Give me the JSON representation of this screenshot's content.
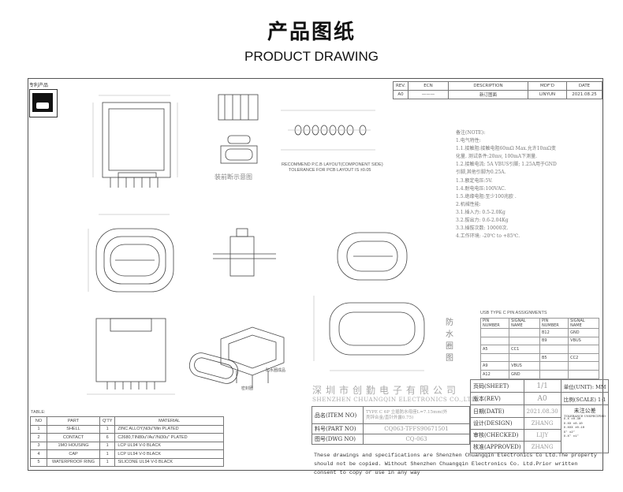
{
  "title_cn": "产品图纸",
  "title_en": "PRODUCT DRAWING",
  "corner_label": "专利产品",
  "rev_table": {
    "headers": [
      "REV.",
      "ECN",
      "DESCRIPTION",
      "MDF'D",
      "DATE"
    ],
    "row": [
      "A0",
      "———",
      "新订图面",
      "LINYUN",
      "2021.08.25"
    ]
  },
  "pcb_note": "RECOMMEND P.C.B LAYOUT(COMPONENT SIDE)",
  "pcb_tolerance": "TOLERANCE FOR PCB LAYOUT IS ±0.05",
  "assembly_caption": "装前断示意图",
  "waterproof_label": [
    "防",
    "水",
    "圈",
    "图"
  ],
  "gasket_label": "防水圈成品",
  "rubber_label": "密封圈",
  "notes": {
    "title": "备注(NOTE):",
    "lines": [
      "1.电气特性:",
      "1.1.接触阻:接触电阻60mΩ Max.允许10mΩ变",
      "    化量. 测试条件:20mv, 100mA下测量.",
      "1.2.接触电流: 5A VBUS引脚; 1.25A用于GND",
      "    引脚,其他引脚为0.25A.",
      "1.3.额定电压:5V.",
      "1.4.耐电电压:100VAC.",
      "1.5.绝缘电阻:至少100兆欧 .",
      "2.机械性能:",
      "3.1.插入力: 0.5-2.0Kg",
      "3.2.拔出力: 0.6-2.04Kg",
      "3.3.插拔次数: 10000次.",
      "4.工作环境: -20℃ to +85℃."
    ]
  },
  "pin_table": {
    "title": "USB TYPE C PIN ASSIGNMENTS",
    "headers": [
      "PIN NUMBER",
      "SIGNAL NAME",
      "PIN NUMBER",
      "SIGNAL NAME"
    ],
    "rows": [
      [
        "",
        "",
        "B12",
        "GND"
      ],
      [
        "",
        "",
        "B9",
        "VBUS"
      ],
      [
        "A5",
        "CC1",
        "",
        ""
      ],
      [
        "",
        "",
        "B5",
        "CC2"
      ],
      [
        "A9",
        "VBUS",
        "",
        ""
      ],
      [
        "A12",
        "GND",
        "",
        ""
      ]
    ]
  },
  "company_cn": "深圳市创勤电子有限公司",
  "company_en": "SHENZHEN CHUANGQIN ELECTRONICS CO.,LTD.",
  "title_block": {
    "item_label": "品名(ITEM NO)",
    "item_value_1": "TYPE C 6P 立插防水母座L=7.15mm(外",
    "item_value_2": "壳锌合金/直针外露0.75)",
    "part_label": "料号(PART NO)",
    "part_value": "CQ063-TFFS90671501",
    "dwg_label": "图号(DWG NO)",
    "dwg_value": "CQ-063",
    "sheet_label": "页码(SHEET)",
    "sheet_value": "1/1",
    "unit_label": "单位(UNIT): MM",
    "rev_label": "版本(REV)",
    "rev_value": "A0",
    "scale_label": "比例(SCALE) 1:1",
    "date_label": "日期(DATE)",
    "date_value": "2021.08.30",
    "design_label": "设计(DESIGN)",
    "design_value": "ZHANG",
    "checked_label": "审核(CHECKED)",
    "checked_value": "LIJY",
    "approved_label": "核准(APPROVED)",
    "approved_value": "ZHANG",
    "tol_title": "未注公差",
    "tol_sub": "TOLERANCE UNSPECIFIED",
    "tol_rows": [
      "X.X    ±0.30",
      "X.XX   ±0.10",
      "X.XXX  ±0.10",
      "X°     ±2°",
      "X.X°   ±1°"
    ]
  },
  "bom": {
    "label": "TABLE:",
    "headers": [
      "NO",
      "PART",
      "Q'TY",
      "MATERIAL"
    ],
    "rows": [
      [
        "1",
        "SHELL",
        "1",
        "ZINC ALLOY,Ni3u\"Min PLATED"
      ],
      [
        "2",
        "CONTACT",
        "6",
        "C2680,TIN80u\"/Au\"/Ni30u\" PLATED"
      ],
      [
        "3",
        "1MO HOUSING",
        "1",
        "LCP UL94 V-0 BLACK"
      ],
      [
        "4",
        "CAP",
        "1",
        "LCP UL94 V-0 BLACK"
      ],
      [
        "5",
        "WATERPROOF RING",
        "1",
        "SILICONE UL94 V-0 BLACK"
      ]
    ]
  },
  "legal_text": "These drawings and specifications are Shenzhen Chuangqin Electronics Co Ltd.The property should not be copied. Without Shenzhen Chuangqin Electronics Co. Ltd.Prior written consent to copy or use in any way"
}
